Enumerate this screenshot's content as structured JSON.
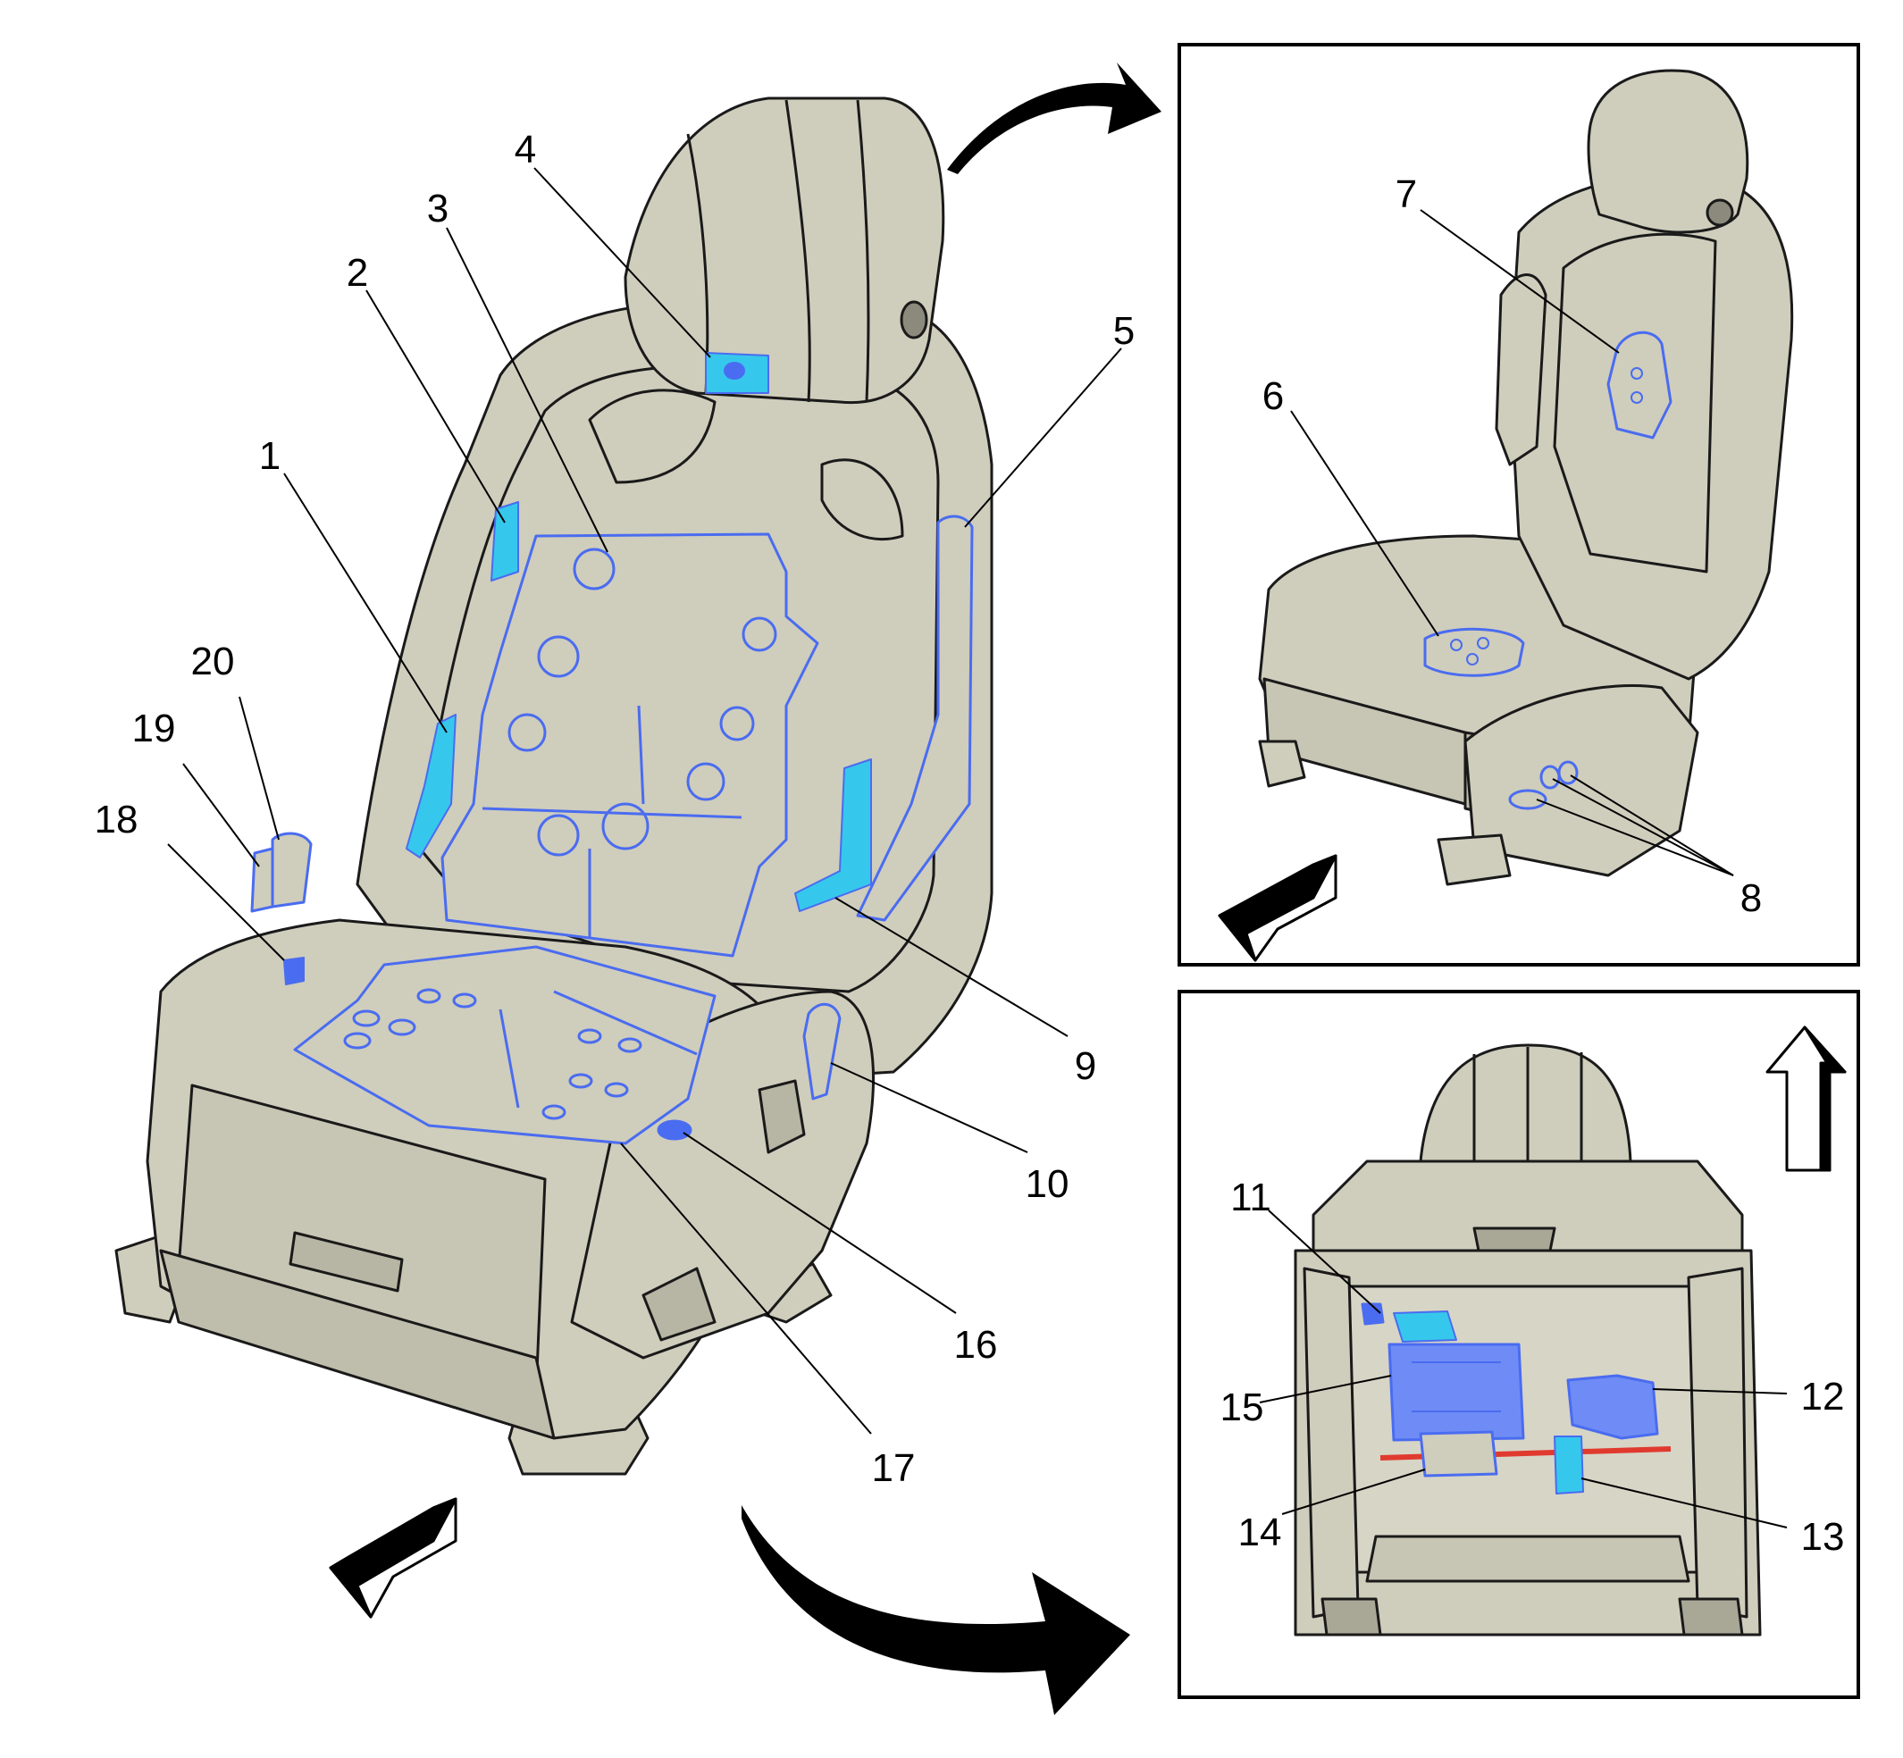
{
  "colors": {
    "seat_fill": "#cfcdbc",
    "seat_outline": "#1a1a1a",
    "component_blue": "#4a6cf0",
    "component_cyan": "#36c8ec",
    "harness_red": "#e03a2f",
    "background": "#ffffff"
  },
  "callouts": {
    "c1": "1",
    "c2": "2",
    "c3": "3",
    "c4": "4",
    "c5": "5",
    "c6": "6",
    "c7": "7",
    "c8": "8",
    "c9": "9",
    "c10": "10",
    "c11": "11",
    "c12": "12",
    "c13": "13",
    "c14": "14",
    "c15": "15",
    "c16": "16",
    "c17": "17",
    "c18": "18",
    "c19": "19",
    "c20": "20"
  },
  "icons": {
    "forward": "forward-arrow-icon",
    "up": "up-arrow-icon",
    "curved": "curved-arrow-icon"
  }
}
